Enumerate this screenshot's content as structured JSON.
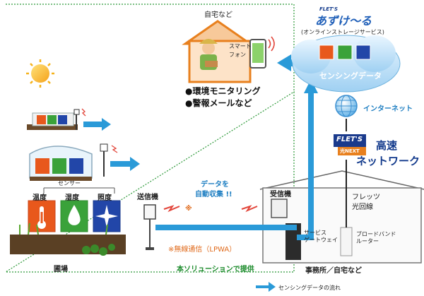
{
  "home": {
    "title": "自宅など",
    "phone_label_1": "スマート",
    "phone_label_2": "フォン",
    "bullets": [
      "●環境モニタリング",
      "●警報メールなど"
    ]
  },
  "cloud": {
    "brand_small": "FLET'S",
    "brand": "あずけ〜る",
    "subtitle": "(オンラインストレージサービス)",
    "data_label": "センシングデータ"
  },
  "internet_label": "インターネット",
  "network": {
    "flets_badge": "FLET'S",
    "hikari_badge": "光NEXT",
    "line1": "高速",
    "line2": "ネットワーク"
  },
  "field": {
    "sensor_label": "センサー",
    "sensors": [
      "温度",
      "湿度",
      "照度"
    ],
    "transmitter_label": "送信機",
    "collect_1": "データを",
    "collect_2": "自動収集 !!",
    "radio_note": "※無線通信（LPWA）",
    "mark": "※",
    "field_label": "圃場"
  },
  "office": {
    "receiver_label": "受信機",
    "gateway_1": "サービス",
    "gateway_2": "ゲートウェイ",
    "router_1": "ブロードバンド",
    "router_2": "ルーター",
    "line_1": "フレッツ",
    "line_2": "光回線",
    "label": "事務所／自宅など"
  },
  "solution_label": "本ソリューションで提供",
  "legend_label": "センシングデータの流れ",
  "colors": {
    "flow_blue": "#2a9ad8",
    "sensor_temp": "#e8581c",
    "sensor_humid": "#3aa23a",
    "sensor_light": "#2246a8",
    "dotted_green": "#2e9a3a"
  }
}
